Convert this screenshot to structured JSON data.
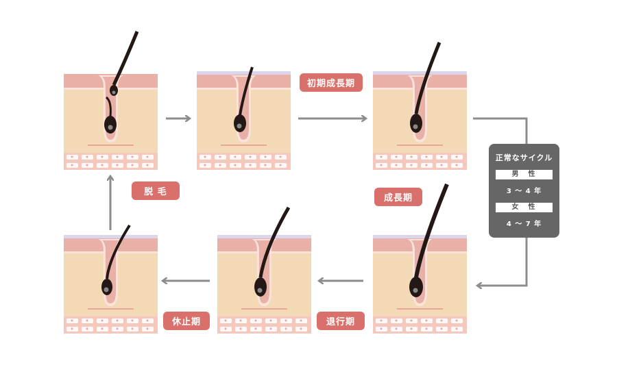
{
  "labels": {
    "initial_growth": "初期成長期",
    "growth": "成長期",
    "shedding": "脱 毛",
    "resting": "休止期",
    "regression": "退行期"
  },
  "cycle_box": {
    "title": "正常なサイクル",
    "male_label": "男　性",
    "male_years": "3 ～ 4 年",
    "female_label": "女　性",
    "female_years": "4 ～ 7 年"
  },
  "colors": {
    "label_bg": "#d9706b",
    "arrow": "#8c8c8c",
    "box_bg": "#666666",
    "skin_top": "#e8b0a6",
    "dermis": "#f3d9b5",
    "surface": "#dcd6ec",
    "hair": "#231815"
  }
}
